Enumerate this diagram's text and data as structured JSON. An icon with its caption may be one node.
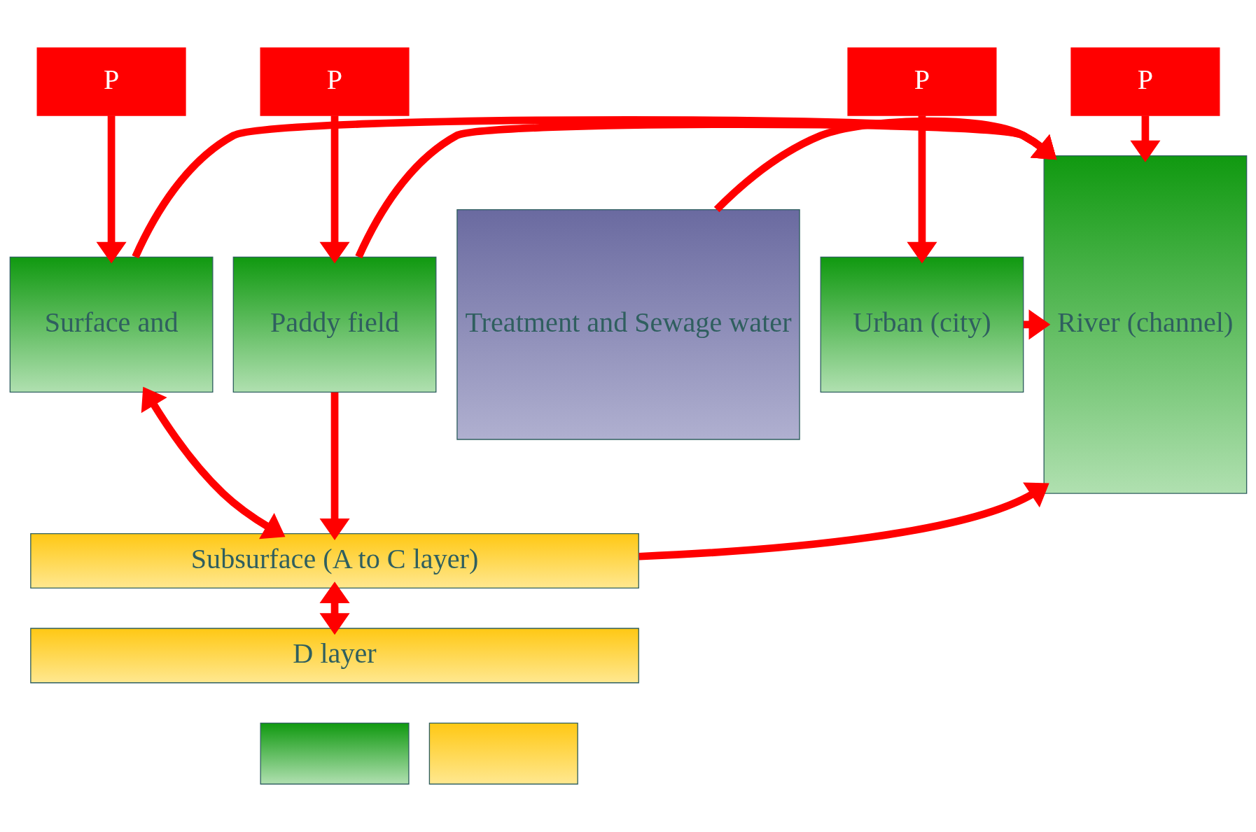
{
  "diagram": {
    "nodes": [
      {
        "text": [
          "P"
        ]
      },
      {
        "text": [
          "P"
        ]
      },
      {
        "text": [
          "P"
        ]
      },
      {
        "text": [
          "P"
        ]
      },
      {
        "text": [
          "Surface and"
        ]
      },
      {
        "text": [
          "Paddy field"
        ]
      },
      {
        "text": [
          "Urban (city)"
        ]
      },
      {
        "text": [
          "River (channel)"
        ]
      },
      {
        "text": [
          "Treatment and Sewage water"
        ]
      },
      {
        "text": [
          "Subsurface (A to C layer)"
        ]
      },
      {
        "text": [
          "D layer"
        ]
      },
      {
        "text": [],
        "shape": "box"
      },
      {
        "text": [],
        "shape": "box"
      }
    ],
    "edges": [
      {
        "from": 0,
        "to": 4,
        "arrow": "to"
      },
      {
        "from": 1,
        "to": 5,
        "arrow": "to"
      },
      {
        "from": 2,
        "to": 6,
        "arrow": "to"
      },
      {
        "from": 3,
        "to": 7,
        "arrow": "to"
      },
      {
        "from": 4,
        "to": 9,
        "arrow": "both"
      },
      {
        "from": 4,
        "to": 7,
        "arrow": "to"
      },
      {
        "from": 5,
        "to": 7,
        "arrow": "to"
      },
      {
        "from": 6,
        "to": 7,
        "arrow": "to"
      },
      {
        "from": 5,
        "to": 9,
        "arrow": "to"
      },
      {
        "from": 9,
        "to": 7,
        "arrow": "to"
      },
      {
        "from": 9,
        "to": 10,
        "arrow": "both"
      },
      {
        "from": 8,
        "to": 7,
        "arrow": "to"
      }
    ]
  }
}
